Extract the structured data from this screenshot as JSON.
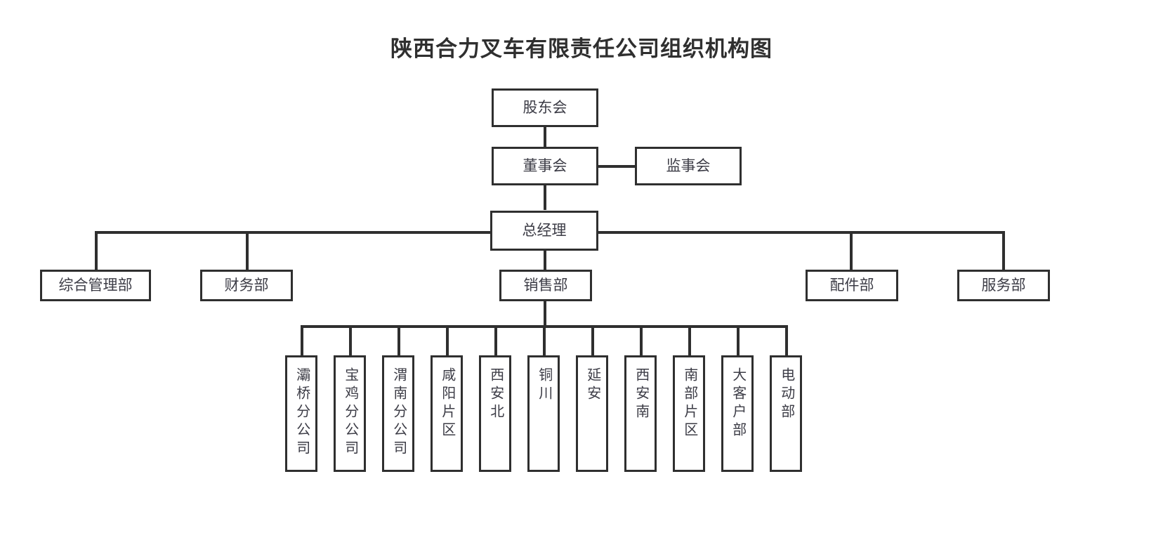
{
  "title": "陕西合力叉车有限责任公司组织机构图",
  "theme": {
    "line_color": "#2f2f2f",
    "box_border_color": "#2f2f2f",
    "box_fill": "#ffffff",
    "text_color": "#3c3c46",
    "title_color": "#2f2f2f",
    "background": "#ffffff"
  },
  "chart_data": {
    "type": "diagram",
    "title": "陕西合力叉车有限责任公司组织机构图",
    "orientation": "top-down",
    "levels": [
      {
        "level": 1,
        "nodes": [
          "股东会"
        ]
      },
      {
        "level": 2,
        "nodes": [
          "董事会",
          "监事会"
        ]
      },
      {
        "level": 3,
        "nodes": [
          "总经理"
        ]
      },
      {
        "level": 4,
        "nodes": [
          "综合管理部",
          "财务部",
          "销售部",
          "配件部",
          "服务部"
        ]
      },
      {
        "level": 5,
        "nodes": [
          "灞桥分公司",
          "宝鸡分公司",
          "渭南分公司",
          "咸阳片区",
          "西安北",
          "铜川",
          "延安",
          "西安南",
          "南部片区",
          "大客户部",
          "电动部"
        ]
      }
    ],
    "edges": [
      {
        "from": "股东会",
        "to": "董事会"
      },
      {
        "from": "董事会",
        "to": "监事会",
        "style": "horizontal-peer"
      },
      {
        "from": "董事会",
        "to": "总经理"
      },
      {
        "from": "总经理",
        "to": "综合管理部"
      },
      {
        "from": "总经理",
        "to": "财务部"
      },
      {
        "from": "总经理",
        "to": "销售部"
      },
      {
        "from": "总经理",
        "to": "配件部"
      },
      {
        "from": "总经理",
        "to": "服务部"
      },
      {
        "from": "销售部",
        "to": "灞桥分公司"
      },
      {
        "from": "销售部",
        "to": "宝鸡分公司"
      },
      {
        "from": "销售部",
        "to": "渭南分公司"
      },
      {
        "from": "销售部",
        "to": "咸阳片区"
      },
      {
        "from": "销售部",
        "to": "西安北"
      },
      {
        "from": "销售部",
        "to": "铜川"
      },
      {
        "from": "销售部",
        "to": "延安"
      },
      {
        "from": "销售部",
        "to": "西安南"
      },
      {
        "from": "销售部",
        "to": "南部片区"
      },
      {
        "from": "销售部",
        "to": "大客户部"
      },
      {
        "from": "销售部",
        "to": "电动部"
      }
    ]
  },
  "nodes": {
    "shareholders": {
      "label": "股东会"
    },
    "board": {
      "label": "董事会"
    },
    "supervisors": {
      "label": "监事会"
    },
    "general_manager": {
      "label": "总经理"
    },
    "general_admin": {
      "label": "综合管理部"
    },
    "finance": {
      "label": "财务部"
    },
    "sales": {
      "label": "销售部"
    },
    "parts": {
      "label": "配件部"
    },
    "service": {
      "label": "服务部"
    }
  },
  "branches": [
    {
      "label": "灞桥分公司"
    },
    {
      "label": "宝鸡分公司"
    },
    {
      "label": "渭南分公司"
    },
    {
      "label": "咸阳片区"
    },
    {
      "label": "西安北"
    },
    {
      "label": "铜川"
    },
    {
      "label": "延安"
    },
    {
      "label": "西安南"
    },
    {
      "label": "南部片区"
    },
    {
      "label": "大客户部"
    },
    {
      "label": "电动部"
    }
  ]
}
